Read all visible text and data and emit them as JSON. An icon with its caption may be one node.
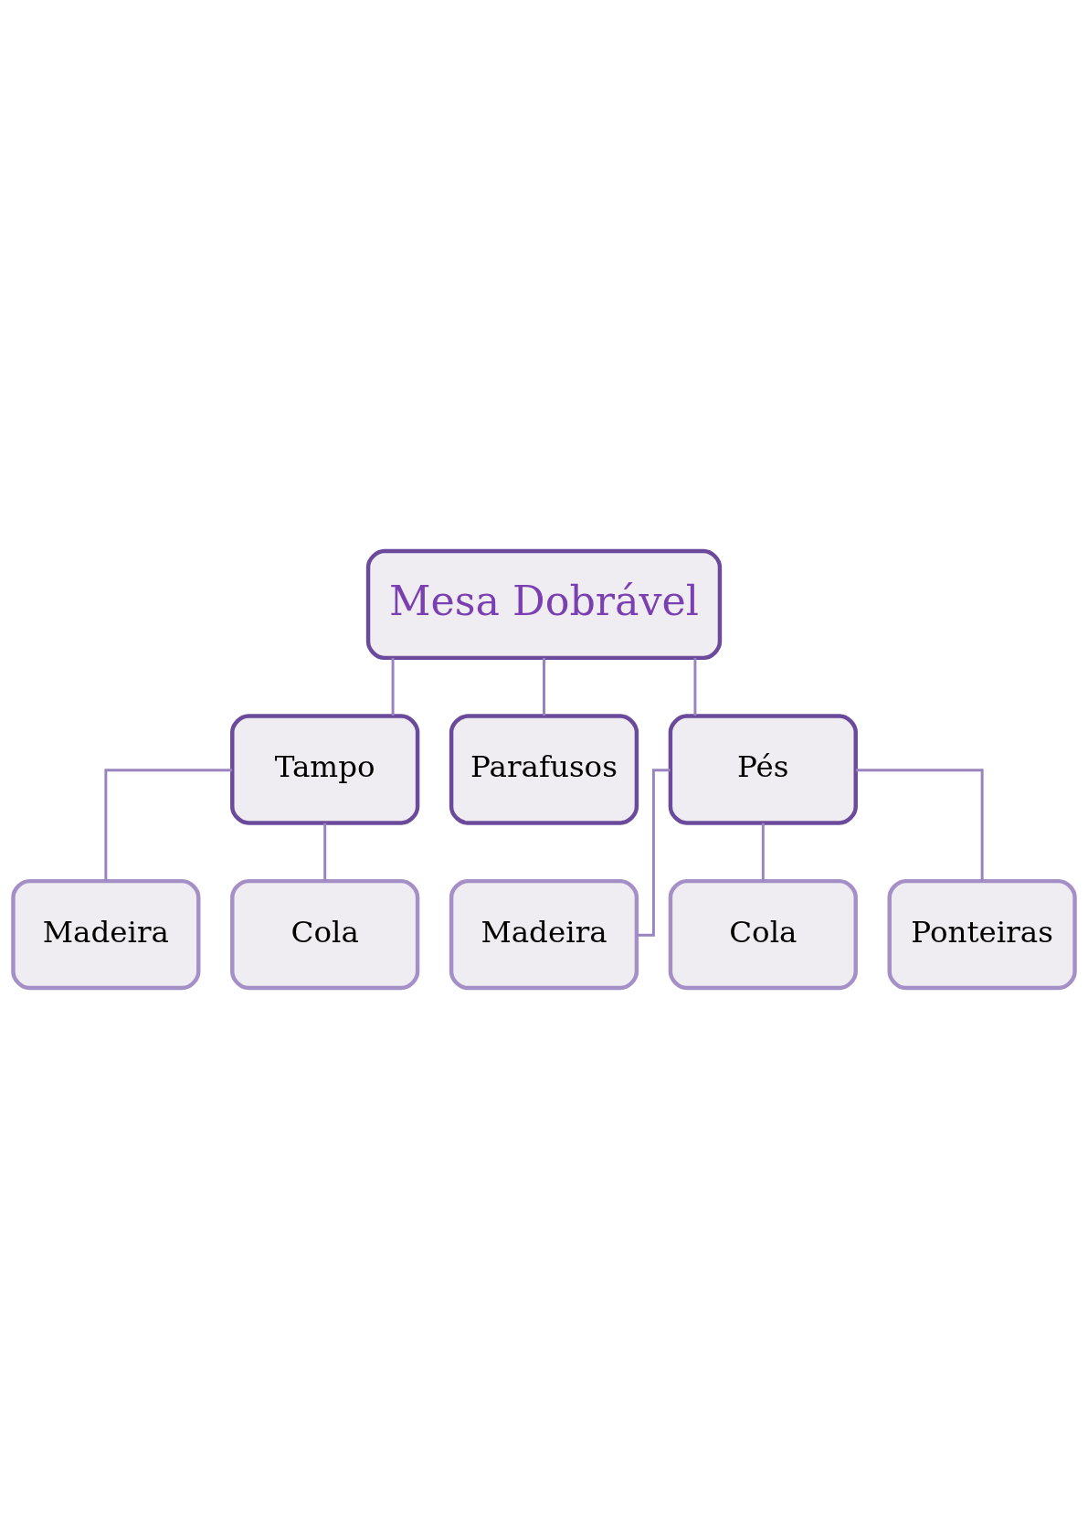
{
  "diagram": {
    "nodes": [
      {
        "text": [
          "Mesa Dobrável"
        ]
      },
      {
        "text": [
          "Tampo"
        ]
      },
      {
        "text": [
          "Parafusos"
        ]
      },
      {
        "text": [
          "Pés"
        ]
      },
      {
        "text": [
          "Madeira"
        ]
      },
      {
        "text": [
          "Cola"
        ]
      },
      {
        "text": [
          "Madeira"
        ]
      },
      {
        "text": [
          "Cola"
        ]
      },
      {
        "text": [
          "Ponteiras"
        ]
      }
    ],
    "edges": [
      {
        "from": 0,
        "to": 1,
        "arrow": "none"
      },
      {
        "from": 0,
        "to": 2,
        "arrow": "none"
      },
      {
        "from": 0,
        "to": 3,
        "arrow": "none"
      },
      {
        "from": 1,
        "to": 4,
        "arrow": "none"
      },
      {
        "from": 1,
        "to": 5,
        "arrow": "none"
      },
      {
        "from": 3,
        "to": 6,
        "arrow": "none"
      },
      {
        "from": 3,
        "to": 7,
        "arrow": "none"
      },
      {
        "from": 3,
        "to": 8,
        "arrow": "none"
      }
    ]
  }
}
